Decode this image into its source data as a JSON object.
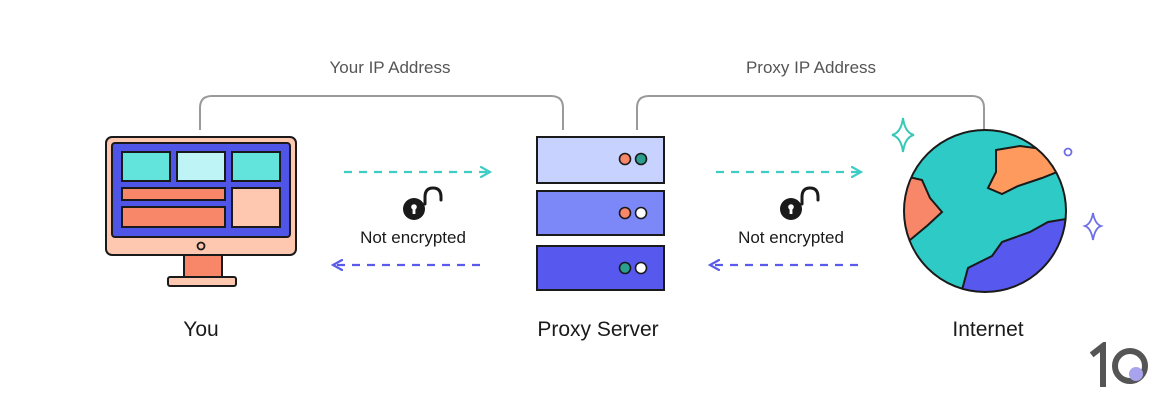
{
  "links": {
    "left_label": "Your IP Address",
    "right_label": "Proxy IP Address"
  },
  "nodes": {
    "you": "You",
    "proxy": "Proxy Server",
    "internet": "Internet"
  },
  "connections": {
    "left_status": "Not encrypted",
    "right_status": "Not encrypted"
  },
  "brand": {
    "logo_text": "10"
  },
  "colors": {
    "outline": "#1a1a1a",
    "bracket": "#9a9a9a",
    "request_arrow": "#3ecdc4",
    "response_arrow": "#5a5bea",
    "screen": "#4f55e6",
    "teal": "#2ecac5",
    "salmon": "#f8876a",
    "peach": "#fdc7b0",
    "orange": "#ff9a5e",
    "light_blue": "#c7d2fe",
    "mid_blue": "#7d88f8",
    "dark_blue": "#5658ee",
    "sparkle_teal": "#38c8b8",
    "sparkle_blue": "#6e6fe8"
  },
  "icons": [
    "desktop-computer-icon",
    "server-rack-icon",
    "globe-icon",
    "open-padlock-icon",
    "sparkle-icon"
  ]
}
